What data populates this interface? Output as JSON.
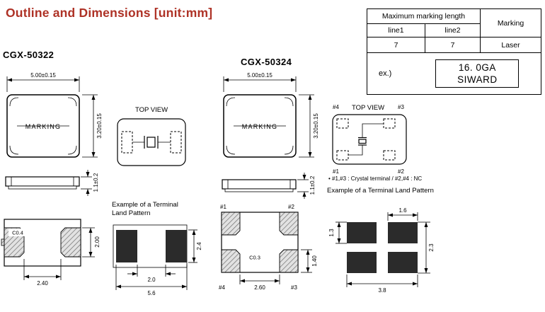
{
  "title": "Outline and Dimensions [unit:mm]",
  "colors": {
    "title_accent": "#ae3226",
    "line": "#000000",
    "hatch_pad": "#e2e2e2",
    "solid_pad": "#2b2b2b"
  },
  "marking_table": {
    "max_length_header": "Maximum marking length",
    "marking_header": "Marking",
    "line1_label": "line1",
    "line2_label": "line2",
    "line1_value": "7",
    "line2_value": "7",
    "marking_method": "Laser",
    "example_prefix": "ex.)",
    "example_line1": "16. 0GA",
    "example_line2": "SIWARD"
  },
  "cgx50322": {
    "part_number": "CGX-50322",
    "marking_text": "MARKING",
    "top_view_label": "TOP VIEW",
    "dims": {
      "body_width": "5.00±0.15",
      "body_height": "3.20±0.15",
      "body_thickness": "1.1±0.2",
      "pad_chamfer": "C0.4",
      "pad_height": "2.00",
      "pad_span": "2.40"
    },
    "land_pattern": {
      "caption_line1": "Example of a Terminal",
      "caption_line2": "Land Pattern",
      "pad_height": "2.4",
      "pad_gap": "2.0",
      "total_width": "5.6"
    }
  },
  "cgx50324": {
    "part_number": "CGX-50324",
    "marking_text": "MARKING",
    "top_view_label": "TOP VIEW",
    "terminal_note": "• #1,#3 : Crystal terminal / #2,#4 : NC",
    "pins": {
      "p1": "#1",
      "p2": "#2",
      "p3": "#3",
      "p4": "#4"
    },
    "dims": {
      "body_width": "5.00±0.15",
      "body_height": "3.20±0.15",
      "body_thickness": "1.1±0.2",
      "pad_chamfer": "C0.3",
      "pad_height": "1.40",
      "pad_span": "2.60"
    },
    "land_pattern": {
      "caption": "Example of a Terminal Land Pattern",
      "pad_width": "1.6",
      "pad_height": "1.3",
      "total_height": "2.3",
      "total_width": "3.8"
    }
  }
}
